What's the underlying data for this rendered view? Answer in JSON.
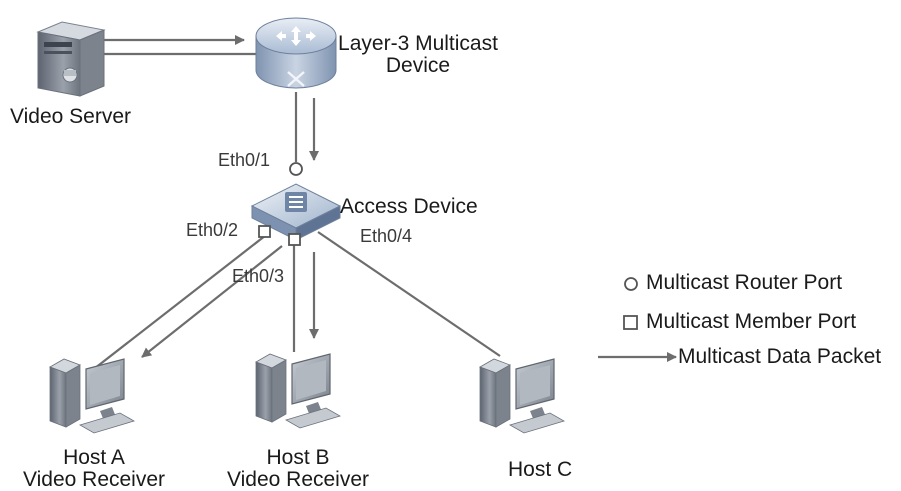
{
  "nodes": {
    "video_server": {
      "label": "Video Server"
    },
    "l3_device": {
      "label_line1": "Layer-3 Multicast",
      "label_line2": "Device"
    },
    "access_device": {
      "label": "Access Device"
    },
    "host_a": {
      "label_line1": "Host A",
      "label_line2": "Video Receiver"
    },
    "host_b": {
      "label_line1": "Host B",
      "label_line2": "Video Receiver"
    },
    "host_c": {
      "label": "Host C"
    }
  },
  "ports": {
    "eth0_1": "Eth0/1",
    "eth0_2": "Eth0/2",
    "eth0_3": "Eth0/3",
    "eth0_4": "Eth0/4"
  },
  "legend": {
    "router_port": "Multicast Router Port",
    "member_port": "Multicast Member Port",
    "data_packet": "Multicast Data Packet"
  },
  "colors": {
    "line": "#6d6d6d",
    "device_blue": "#8fa9c9",
    "device_dark": "#5c7394",
    "host_gray": "#8a9099"
  }
}
